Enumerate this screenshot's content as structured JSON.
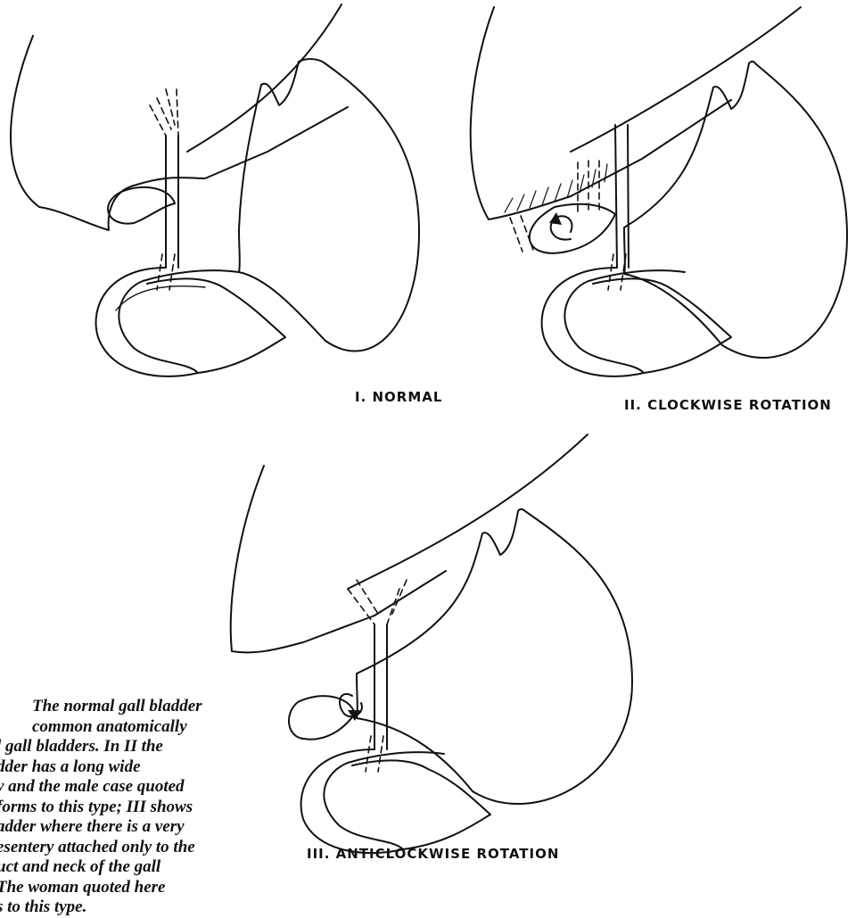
{
  "panels": [
    {
      "label": "I. NORMAL"
    },
    {
      "label": "II. CLOCKWISE ROTATION"
    },
    {
      "label": "III. ANTICLOCKWISE ROTATION"
    }
  ],
  "caption_lines": [
    "The normal gall bladder",
    "common anatomically",
    "l gall bladders. In II the",
    "dder has a long wide",
    "y and the male case quoted",
    "forms to this type; III shows",
    "adder where there is a very",
    "esentery attached only to the",
    "uct and neck of the gall",
    "The woman quoted here",
    "s to this type."
  ]
}
